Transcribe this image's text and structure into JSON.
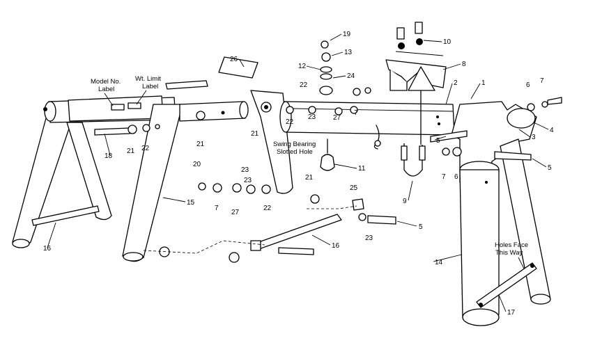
{
  "callouts": {
    "n1": "1",
    "n2": "2",
    "n3": "3",
    "n4": "4",
    "n5a": "5",
    "n5b": "5",
    "n5c": "5",
    "n6a": "6",
    "n6b": "6",
    "n7a": "7",
    "n7b": "7",
    "n7c": "7",
    "n7d": "7",
    "n8": "8",
    "n9": "9",
    "n10": "10",
    "n11": "11",
    "n12": "12",
    "n13": "13",
    "n14": "14",
    "n15": "15",
    "n16a": "16",
    "n16b": "16",
    "n17": "17",
    "n18": "18",
    "n19": "19",
    "n20": "20",
    "n21a": "21",
    "n21b": "21",
    "n21c": "21",
    "n21d": "21",
    "n22a": "22",
    "n22b": "22",
    "n22c": "22",
    "n22d": "22",
    "n23a": "23",
    "n23b": "23",
    "n23c": "23",
    "n23d": "23",
    "n24": "24",
    "n25": "25",
    "n26": "26",
    "n27a": "27",
    "n27b": "27"
  },
  "labels": {
    "model_no_1": "Model No.",
    "model_no_2": "Label",
    "wt_limit_1": "Wt. Limit",
    "wt_limit_2": "Label",
    "swing_1": "Swing Bearing",
    "swing_2": "Slotted Hole",
    "holes_1": "Holes Face",
    "holes_2": "This Way"
  }
}
